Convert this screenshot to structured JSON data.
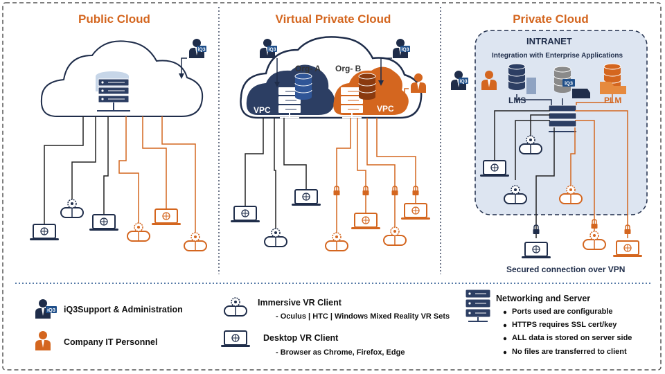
{
  "sections": {
    "public": {
      "title": "Public Cloud"
    },
    "vpc": {
      "title": "Virtual Private Cloud",
      "org_a": "Org- A",
      "org_b": "Org- B",
      "vpc_label": "VPC"
    },
    "private": {
      "title": "Private Cloud",
      "intranet": "INTRANET",
      "integration": "Integration with Enterprise Applications",
      "lms": "LMS",
      "plm": "PLM",
      "vpn_caption": "Secured connection over VPN"
    }
  },
  "badge": "iQ3",
  "legend": {
    "support": "iQ3Support & Administration",
    "it": "Company IT Personnel",
    "vr_title": "Immersive VR Client",
    "vr_sub": "- Oculus | HTC | Windows Mixed Reality  VR Sets",
    "desktop_title": "Desktop VR Client",
    "desktop_sub": "- Browser as Chrome, Firefox, Edge",
    "net_title": "Networking and Server",
    "bullets": [
      "Ports used are configurable",
      "HTTPS requires SSL cert/key",
      "ALL data is stored on server side",
      "No files are transferred to client"
    ]
  },
  "colors": {
    "navy": "#1f2d4a",
    "orange": "#d4661f",
    "grey": "#555555"
  }
}
